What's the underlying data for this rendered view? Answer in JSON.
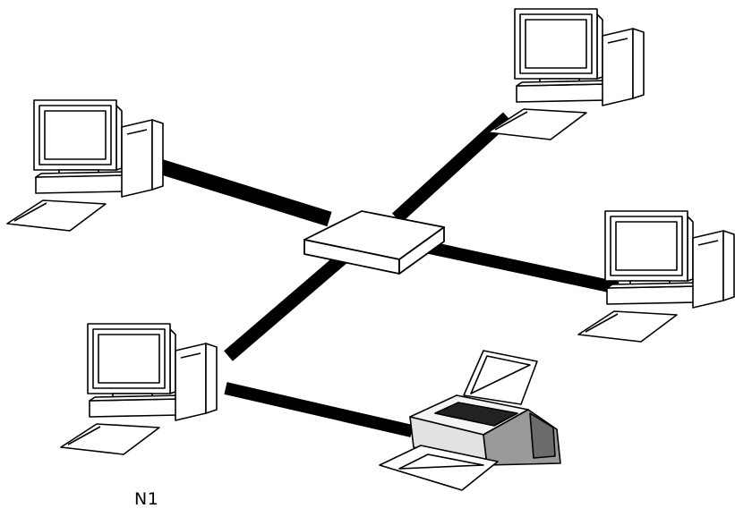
{
  "diagram": {
    "label": "N1",
    "nodes": [
      {
        "id": "pc-top-right",
        "kind": "computer"
      },
      {
        "id": "pc-left",
        "kind": "computer"
      },
      {
        "id": "pc-right",
        "kind": "computer"
      },
      {
        "id": "pc-bottom-left",
        "kind": "computer"
      },
      {
        "id": "hub",
        "kind": "hub"
      },
      {
        "id": "printer",
        "kind": "printer"
      }
    ],
    "links": [
      {
        "from": "pc-left",
        "to": "hub"
      },
      {
        "from": "pc-top-right",
        "to": "hub"
      },
      {
        "from": "pc-right",
        "to": "hub"
      },
      {
        "from": "pc-bottom-left",
        "to": "hub"
      },
      {
        "from": "pc-bottom-left",
        "to": "printer"
      }
    ]
  }
}
